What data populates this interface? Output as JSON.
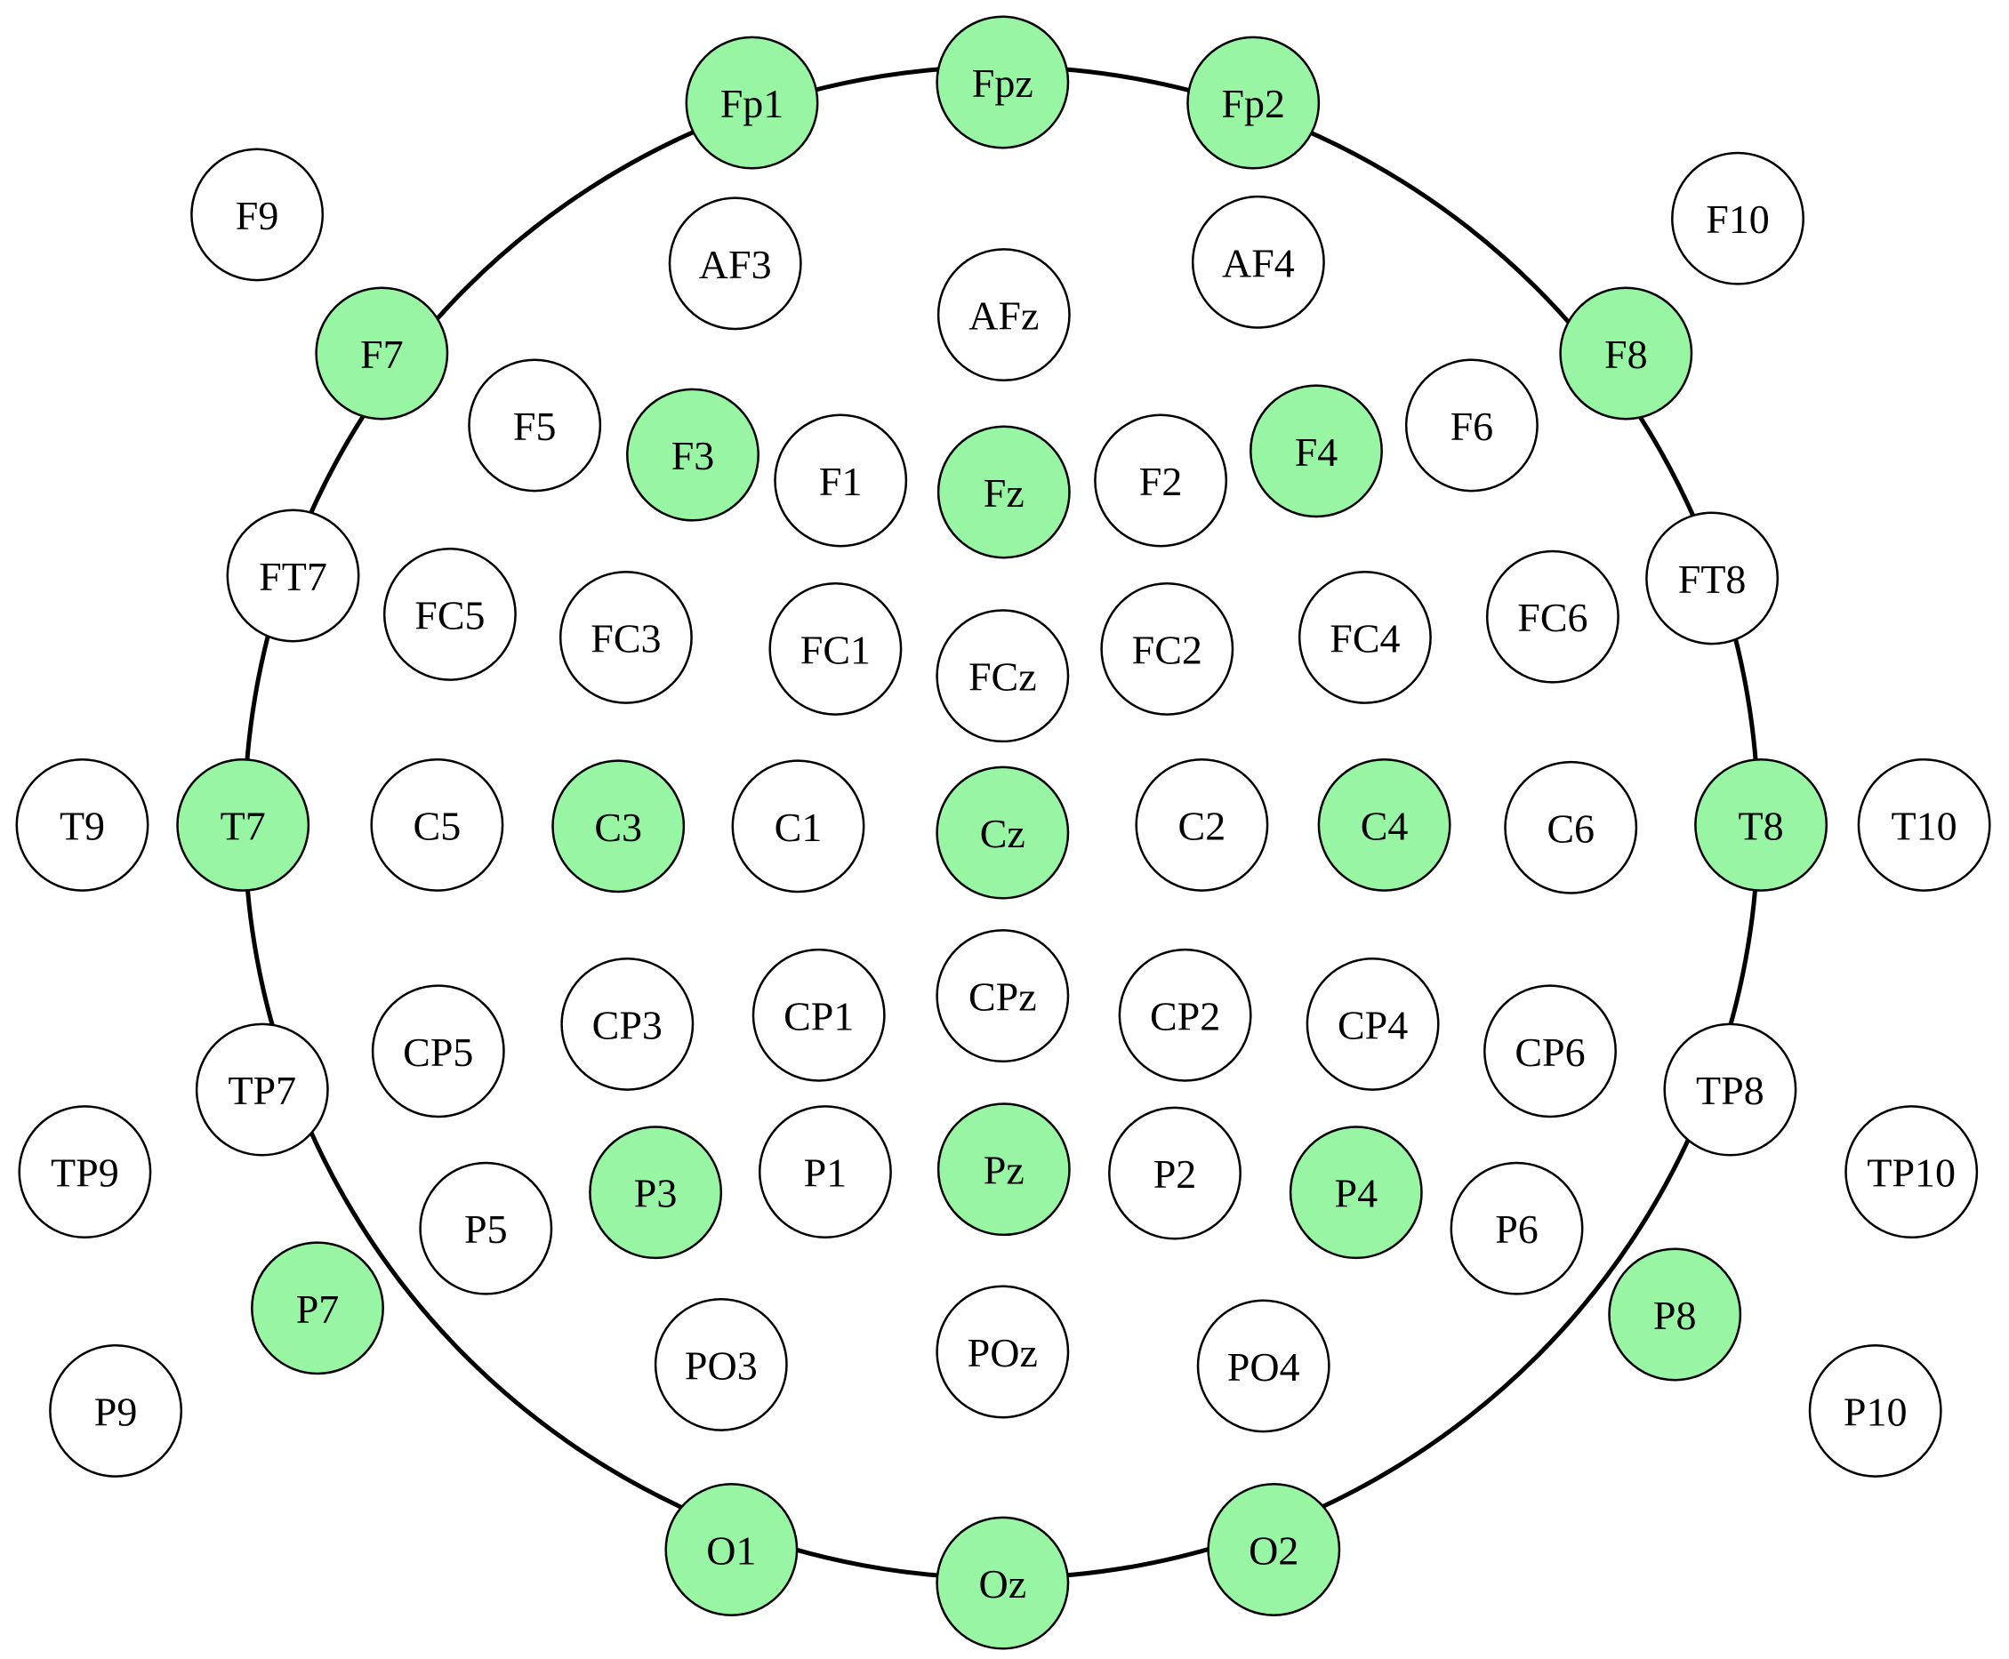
{
  "colors": {
    "highlighted_fill": "#98f5a4",
    "default_fill": "#ffffff",
    "outline": "#000000"
  },
  "electrodes": [
    {
      "label": "Fp1",
      "highlighted": true
    },
    {
      "label": "Fpz",
      "highlighted": true
    },
    {
      "label": "Fp2",
      "highlighted": true
    },
    {
      "label": "F9",
      "highlighted": false
    },
    {
      "label": "F10",
      "highlighted": false
    },
    {
      "label": "AF3",
      "highlighted": false
    },
    {
      "label": "AF4",
      "highlighted": false
    },
    {
      "label": "AFz",
      "highlighted": false
    },
    {
      "label": "F7",
      "highlighted": true
    },
    {
      "label": "F8",
      "highlighted": true
    },
    {
      "label": "F5",
      "highlighted": false
    },
    {
      "label": "F3",
      "highlighted": true
    },
    {
      "label": "F1",
      "highlighted": false
    },
    {
      "label": "Fz",
      "highlighted": true
    },
    {
      "label": "F2",
      "highlighted": false
    },
    {
      "label": "F4",
      "highlighted": true
    },
    {
      "label": "F6",
      "highlighted": false
    },
    {
      "label": "FT7",
      "highlighted": false
    },
    {
      "label": "FT8",
      "highlighted": false
    },
    {
      "label": "FC5",
      "highlighted": false
    },
    {
      "label": "FC3",
      "highlighted": false
    },
    {
      "label": "FC1",
      "highlighted": false
    },
    {
      "label": "FCz",
      "highlighted": false
    },
    {
      "label": "FC2",
      "highlighted": false
    },
    {
      "label": "FC4",
      "highlighted": false
    },
    {
      "label": "FC6",
      "highlighted": false
    },
    {
      "label": "T9",
      "highlighted": false
    },
    {
      "label": "T7",
      "highlighted": true
    },
    {
      "label": "C5",
      "highlighted": false
    },
    {
      "label": "C3",
      "highlighted": true
    },
    {
      "label": "C1",
      "highlighted": false
    },
    {
      "label": "Cz",
      "highlighted": true
    },
    {
      "label": "C2",
      "highlighted": false
    },
    {
      "label": "C4",
      "highlighted": true
    },
    {
      "label": "C6",
      "highlighted": false
    },
    {
      "label": "T8",
      "highlighted": true
    },
    {
      "label": "T10",
      "highlighted": false
    },
    {
      "label": "CPz",
      "highlighted": false
    },
    {
      "label": "CP1",
      "highlighted": false
    },
    {
      "label": "CP2",
      "highlighted": false
    },
    {
      "label": "CP3",
      "highlighted": false
    },
    {
      "label": "CP4",
      "highlighted": false
    },
    {
      "label": "CP5",
      "highlighted": false
    },
    {
      "label": "CP6",
      "highlighted": false
    },
    {
      "label": "TP7",
      "highlighted": false
    },
    {
      "label": "TP8",
      "highlighted": false
    },
    {
      "label": "TP9",
      "highlighted": false
    },
    {
      "label": "TP10",
      "highlighted": false
    },
    {
      "label": "P1",
      "highlighted": false
    },
    {
      "label": "Pz",
      "highlighted": true
    },
    {
      "label": "P2",
      "highlighted": false
    },
    {
      "label": "P3",
      "highlighted": true
    },
    {
      "label": "P4",
      "highlighted": true
    },
    {
      "label": "P5",
      "highlighted": false
    },
    {
      "label": "P6",
      "highlighted": false
    },
    {
      "label": "P7",
      "highlighted": true
    },
    {
      "label": "P8",
      "highlighted": true
    },
    {
      "label": "PO3",
      "highlighted": false
    },
    {
      "label": "POz",
      "highlighted": false
    },
    {
      "label": "PO4",
      "highlighted": false
    },
    {
      "label": "P9",
      "highlighted": false
    },
    {
      "label": "P10",
      "highlighted": false
    },
    {
      "label": "O1",
      "highlighted": true
    },
    {
      "label": "Oz",
      "highlighted": true
    },
    {
      "label": "O2",
      "highlighted": true
    }
  ]
}
